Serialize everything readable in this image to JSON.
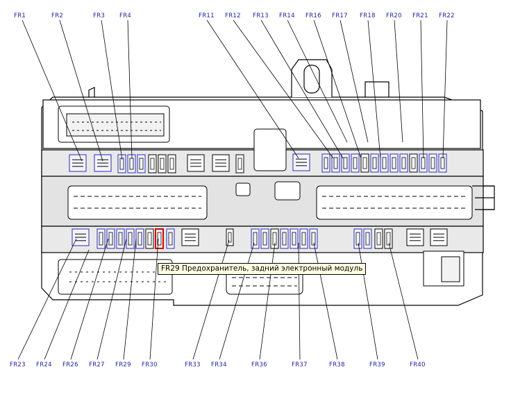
{
  "labels_top": [
    "FR1",
    "FR2",
    "FR3",
    "FR4",
    "FR11",
    "FR12",
    "FR13",
    "FR14",
    "FR16",
    "FR17",
    "FR18",
    "FR20",
    "FR21",
    "FR22"
  ],
  "labels_bottom": [
    "FR23",
    "FR24",
    "FR26",
    "FR27",
    "FR29",
    "FR30",
    "FR33",
    "FR34",
    "FR36",
    "FR37",
    "FR38",
    "FR39",
    "FR40"
  ],
  "highlighted_fuse": "FR29",
  "tooltip": "FR29 Предохранитель, задний электронный модуль",
  "colors": {
    "fuse_outline": "#2a2ab8",
    "highlight": "#d00000",
    "line": "#000000",
    "label": "#1a1aa0",
    "panel": "#e8e8e8"
  }
}
